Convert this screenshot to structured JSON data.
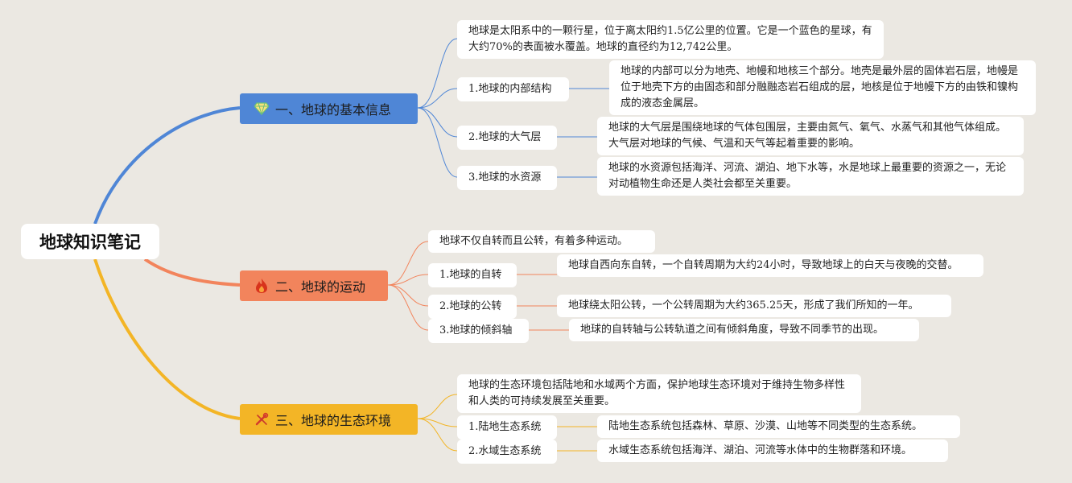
{
  "root": "地球知识笔记",
  "colors": {
    "blue": "#4f86d6",
    "orange": "#f2845c",
    "yellow": "#f3b526"
  },
  "b1": {
    "icon": "gem-icon",
    "title": "一、地球的基本信息",
    "desc": "地球是太阳系中的一颗行星，位于离太阳约1.5亿公里的位置。它是一个蓝色的星球，有大约70%的表面被水覆盖。地球的直径约为12,742公里。",
    "items": [
      {
        "label": "1.地球的内部结构",
        "detail": "地球的内部可以分为地壳、地幔和地核三个部分。地壳是最外层的固体岩石层，地幔是位于地壳下方的由固态和部分融融态岩石组成的层，地核是位于地幔下方的由铁和镍构成的液态金属层。"
      },
      {
        "label": "2.地球的大气层",
        "detail": "地球的大气层是围绕地球的气体包围层，主要由氮气、氧气、水蒸气和其他气体组成。大气层对地球的气候、气温和天气等起着重要的影响。"
      },
      {
        "label": "3.地球的水资源",
        "detail": "地球的水资源包括海洋、河流、湖泊、地下水等，水是地球上最重要的资源之一，无论对动植物生命还是人类社会都至关重要。"
      }
    ]
  },
  "b2": {
    "icon": "fire-icon",
    "title": "二、地球的运动",
    "desc": "地球不仅自转而且公转，有着多种运动。",
    "items": [
      {
        "label": "1.地球的自转",
        "detail": "地球自西向东自转，一个自转周期为大约24小时，导致地球上的白天与夜晚的交替。"
      },
      {
        "label": "2.地球的公转",
        "detail": "地球绕太阳公转，一个公转周期为大约365.25天，形成了我们所知的一年。"
      },
      {
        "label": "3.地球的倾斜轴",
        "detail": "地球的自转轴与公转轨道之间有倾斜角度，导致不同季节的出现。"
      }
    ]
  },
  "b3": {
    "icon": "tools-icon",
    "title": "三、地球的生态环境",
    "desc": "地球的生态环境包括陆地和水域两个方面，保护地球生态环境对于维持生物多样性和人类的可持续发展至关重要。",
    "items": [
      {
        "label": "1.陆地生态系统",
        "detail": "陆地生态系统包括森林、草原、沙漠、山地等不同类型的生态系统。"
      },
      {
        "label": "2.水域生态系统",
        "detail": "水域生态系统包括海洋、湖泊、河流等水体中的生物群落和环境。"
      }
    ]
  }
}
